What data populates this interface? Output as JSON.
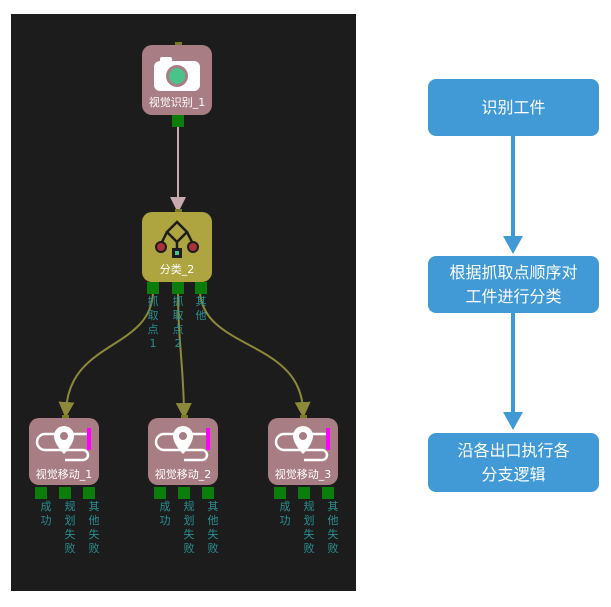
{
  "nodes": {
    "camera": {
      "label": "视觉识别_1"
    },
    "classify": {
      "label": "分类_2",
      "ports": [
        "抓取点1",
        "抓取点2",
        "其他"
      ]
    },
    "move1": {
      "label": "视觉移动_1",
      "ports": [
        "成功",
        "规划失败",
        "其他失败"
      ]
    },
    "move2": {
      "label": "视觉移动_2",
      "ports": [
        "成功",
        "规划失败",
        "其他失败"
      ]
    },
    "move3": {
      "label": "视觉移动_3",
      "ports": [
        "成功",
        "规划失败",
        "其他失败"
      ]
    }
  },
  "flow": {
    "steps": [
      {
        "line1": "识别工件",
        "line2": ""
      },
      {
        "line1": "根据抓取点顺序对",
        "line2": "工件进行分类"
      },
      {
        "line1": "沿各出口执行各",
        "line2": "分支逻辑"
      }
    ]
  },
  "colors": {
    "canvas": "#1c1c1c",
    "camera_node": "#a87e84",
    "classify_node": "#aea540",
    "port": "#0b7d0b",
    "wire_gold": "#8c8a3a",
    "wire_pink": "#c7a9b0",
    "step_box": "#419ad5",
    "port_text": "#2a8f91"
  }
}
